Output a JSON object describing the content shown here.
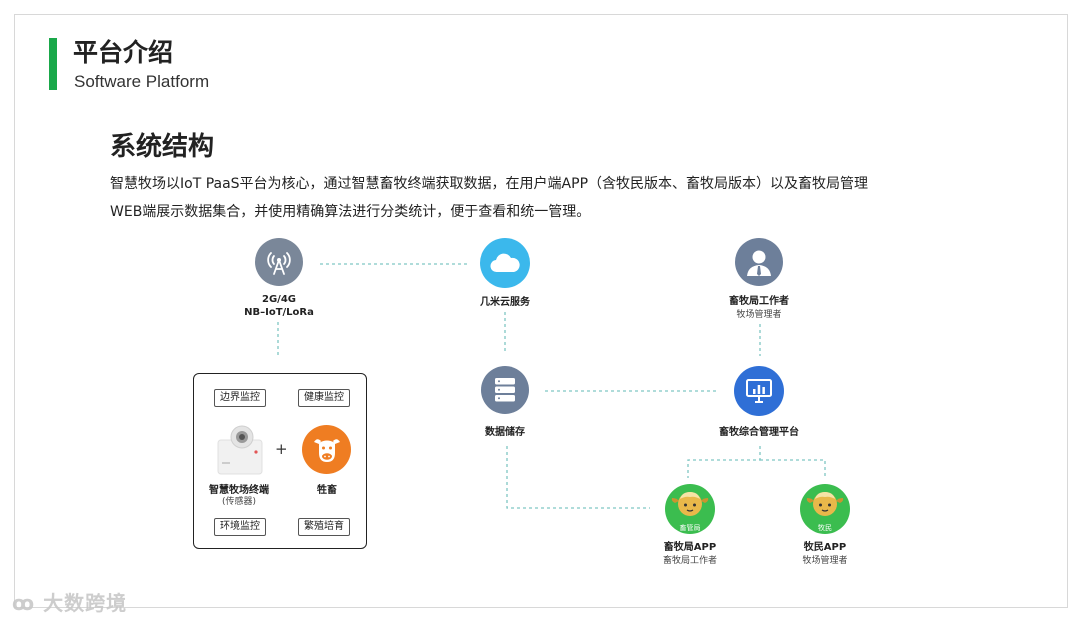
{
  "header": {
    "title_cn": "平台介绍",
    "title_en": "Software Platform",
    "accent_color": "#1aa84a"
  },
  "section": {
    "title": "系统结构",
    "intro_line1": "智慧牧场以IoT PaaS平台为核心，通过智慧畜牧终端获取数据，在用户端APP（含牧民版本、畜牧局版本）以及畜牧局管理",
    "intro_line2": "WEB端展示数据集合，并使用精确算法进行分类统计，便于查看和统一管理。"
  },
  "diagram": {
    "network": {
      "icon": "antenna-tower-icon",
      "label_line1": "2G/4G",
      "label_line2": "NB–IoT/LoRa"
    },
    "cloud": {
      "icon": "cloud-icon",
      "label": "几米云服务"
    },
    "worker": {
      "icon": "user-icon",
      "label": "畜牧局工作者",
      "sublabel": "牧场管理者"
    },
    "storage": {
      "icon": "server-stack-icon",
      "label": "数据储存"
    },
    "platform": {
      "icon": "monitor-chart-icon",
      "label": "畜牧综合管理平台"
    },
    "device_box": {
      "tag_boundary": "边界监控",
      "tag_health": "健康监控",
      "tag_environment": "环境监控",
      "tag_breeding": "繁殖培育",
      "terminal_label_line1": "智慧牧场终端",
      "terminal_label_line2": "(传感器)",
      "livestock_label": "牲畜",
      "plus": "+"
    },
    "app_bureau": {
      "icon": "sheep-app-icon",
      "badge": "畜管局",
      "label": "畜牧局APP",
      "sublabel": "畜牧局工作者"
    },
    "app_herder": {
      "icon": "sheep-app-icon",
      "badge": "牧民",
      "label": "牧民APP",
      "sublabel": "牧场管理者"
    }
  },
  "colors": {
    "network_gray": "#7a8799",
    "cloud_blue": "#3bb8ec",
    "storage_gray": "#6d7f9a",
    "platform_blue": "#2f6fd6",
    "connector": "#7fc7c4",
    "app_green": "#3bbd4f",
    "app_yellow": "#e9b84a",
    "cow_orange": "#ef7d22"
  },
  "watermark": {
    "text": "大数跨境"
  }
}
